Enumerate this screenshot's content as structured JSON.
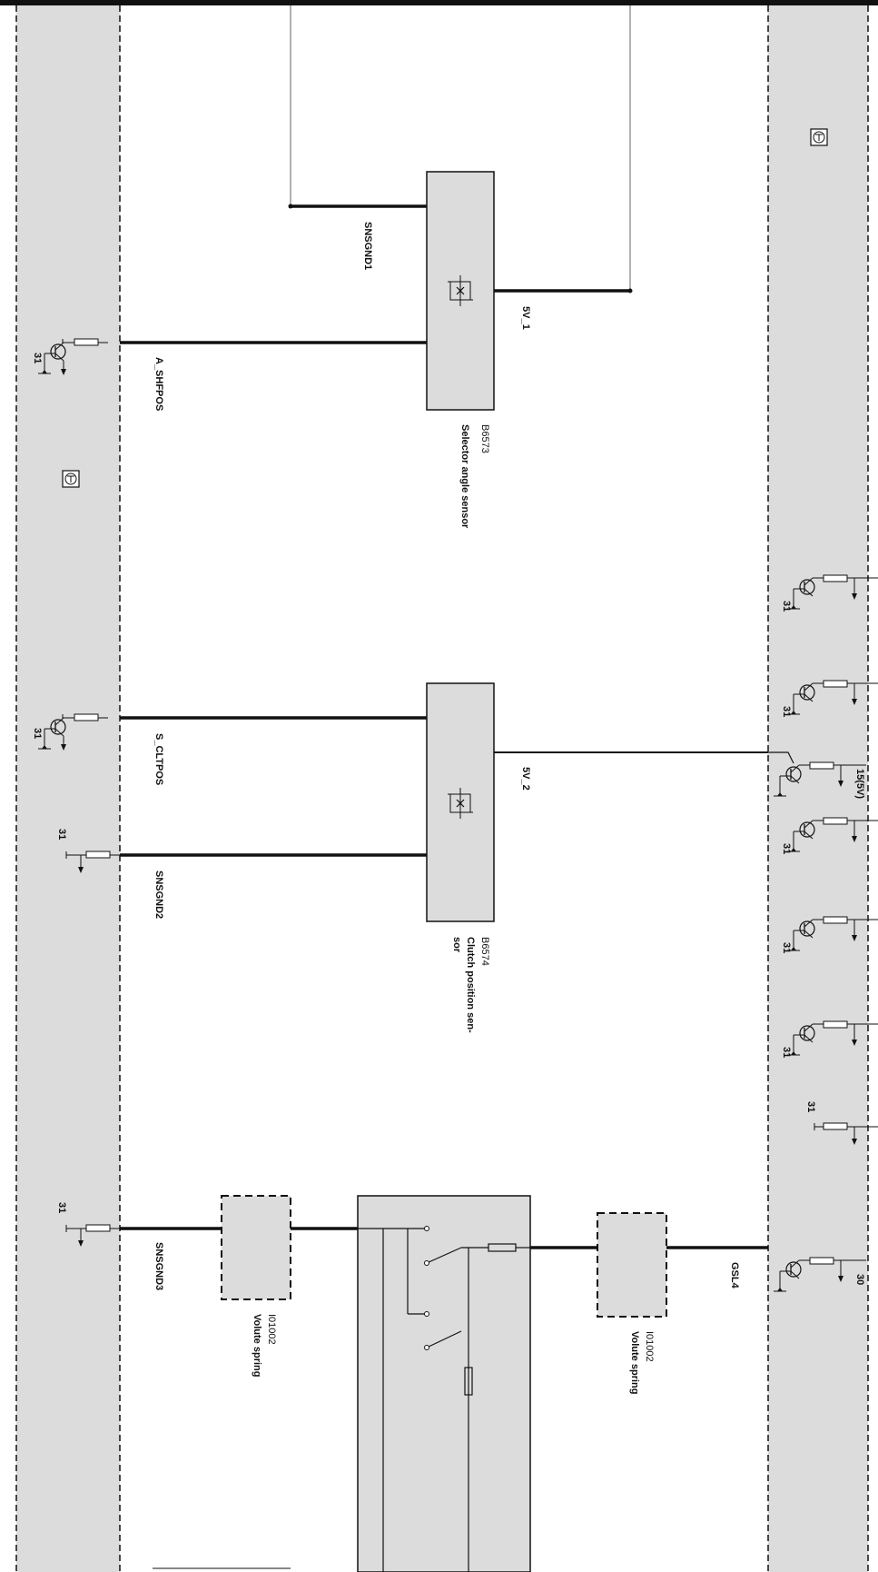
{
  "signals": {
    "sns_gnd1": "SNSGND1",
    "v5_1": "5V_1",
    "a_shfpos": "A_SHFPOS",
    "s_cltpos": "S_CLTPOS",
    "v5_2": "5V_2",
    "sns_gnd2": "SNSGND2",
    "sns_gnd3": "SNSGND3",
    "gsl4": "GSL4"
  },
  "components": {
    "b6573": {
      "code": "B6573",
      "name": "Selector angle sensor"
    },
    "b6574": {
      "code": "B6574",
      "name_line1": "Clutch position sen-",
      "name_line2": "sor"
    },
    "volute_left": {
      "code": "I01002",
      "name": "Volute spring"
    },
    "volute_right": {
      "code": "I01002",
      "name": "Volute spring"
    }
  },
  "terminals": {
    "t31": "31",
    "t30": "30",
    "t15": "15(5V)"
  }
}
